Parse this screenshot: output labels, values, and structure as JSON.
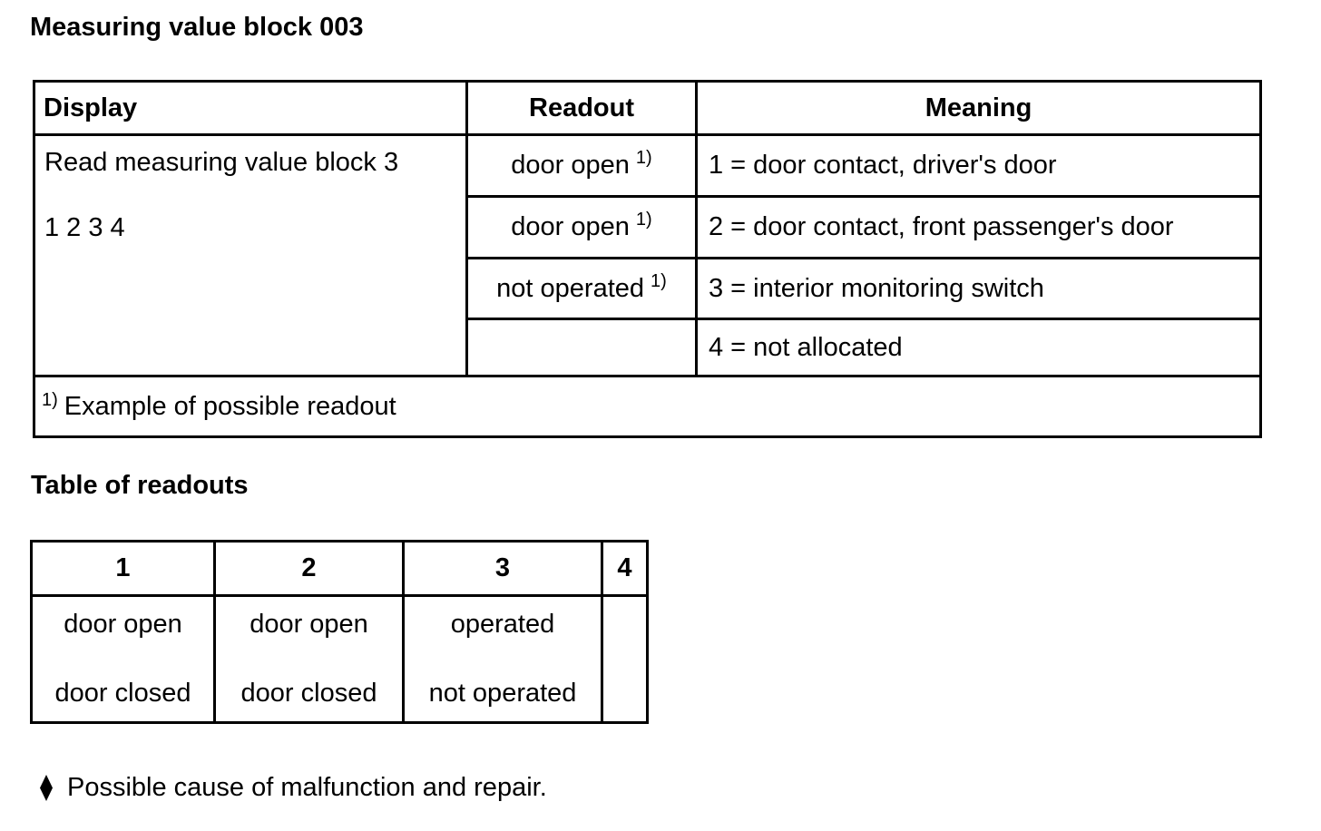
{
  "page": {
    "title": "Measuring value block 003",
    "section2_title": "Table of readouts",
    "note": {
      "icon": "diamond-bullet",
      "text": "Possible cause of malfunction and repair."
    }
  },
  "colors": {
    "text": "#000000",
    "background": "#ffffff",
    "border": "#000000"
  },
  "measuring_table": {
    "headers": {
      "display": "Display",
      "readout": "Readout",
      "meaning": "Meaning"
    },
    "display_cell": {
      "line1": "Read measuring value block 3",
      "line2": "1 2 3 4"
    },
    "rows": [
      {
        "readout": "door open",
        "readout_sup": "1)",
        "meaning": "1 = door contact, driver's door"
      },
      {
        "readout": "door open",
        "readout_sup": "1)",
        "meaning": "2 = door contact, front passenger's door"
      },
      {
        "readout": "not operated",
        "readout_sup": "1)",
        "meaning": "3 = interior monitoring switch"
      },
      {
        "readout": "",
        "readout_sup": "",
        "meaning": "4 = not allocated"
      }
    ],
    "footnote": {
      "marker": "1)",
      "text": "Example of possible readout"
    }
  },
  "readouts_table": {
    "headers": [
      "1",
      "2",
      "3",
      "4"
    ],
    "columns": [
      {
        "line1": "door open",
        "line2": "door closed"
      },
      {
        "line1": "door open",
        "line2": "door closed"
      },
      {
        "line1": "operated",
        "line2": "not operated"
      },
      {
        "line1": "",
        "line2": ""
      }
    ]
  }
}
